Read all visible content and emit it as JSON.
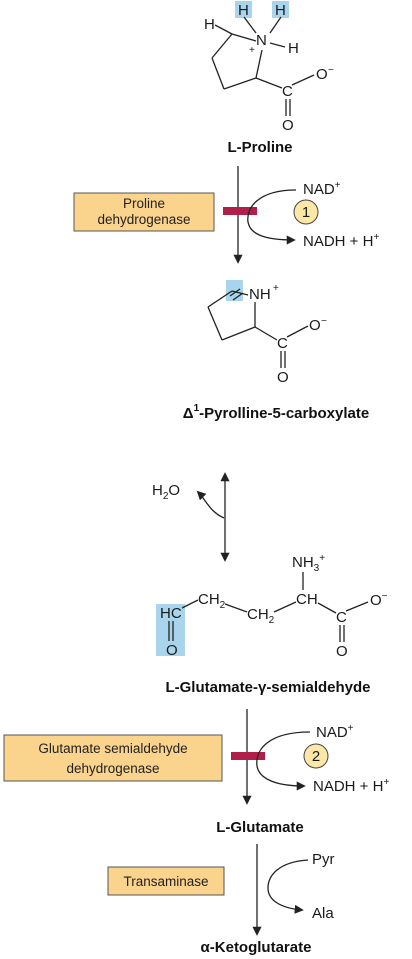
{
  "colors": {
    "enzyme_box": "#fad38c",
    "enzyme_border": "#555555",
    "inhibitor_bar": "#b01e4a",
    "step_circle": "#fbe8a6",
    "highlight": "#a8d4ec"
  },
  "compounds": {
    "proline": {
      "name": "L-Proline",
      "h1": "H",
      "h2": "H",
      "h3": "H",
      "h4": "H",
      "n": "N",
      "plus": "+",
      "o_minus": "O",
      "minus": "−",
      "c": "C",
      "o": "O"
    },
    "p5c": {
      "name_delta": "Δ",
      "name_sup": "1",
      "name_rest": "-Pyrolline-5-carboxylate",
      "nh": "NH",
      "plus": "+",
      "o_minus": "O",
      "minus": "−",
      "c": "C",
      "o": "O"
    },
    "gsa": {
      "name": "L-Glutamate-γ-semialdehyde",
      "nh3": "NH",
      "nh3_sub": "3",
      "plus": "+",
      "hc": "HC",
      "o_ald": "O",
      "ch2a": "CH",
      "ch2a_sub": "2",
      "ch2b": "CH",
      "ch2b_sub": "2",
      "ch": "CH",
      "c": "C",
      "o_minus": "O",
      "minus": "−",
      "o": "O"
    },
    "glutamate": {
      "name": "L-Glutamate"
    },
    "akg": {
      "name": "α-Ketoglutarate"
    }
  },
  "steps": [
    {
      "enzyme_lines": [
        "Proline",
        "dehydrogenase"
      ],
      "number": "1",
      "cofactor_in": "NAD",
      "cofactor_in_sup": "+",
      "cofactor_out": "NADH + H",
      "cofactor_out_sup": "+"
    },
    {
      "side_in": "H",
      "side_in_sub": "2",
      "side_in_rest": "O"
    },
    {
      "enzyme_lines": [
        "Glutamate semialdehyde",
        "dehydrogenase"
      ],
      "number": "2",
      "cofactor_in": "NAD",
      "cofactor_in_sup": "+",
      "cofactor_out": "NADH + H",
      "cofactor_out_sup": "+"
    },
    {
      "enzyme_lines": [
        "Transaminase"
      ],
      "cofactor_in": "Pyr",
      "cofactor_out": "Ala"
    }
  ]
}
